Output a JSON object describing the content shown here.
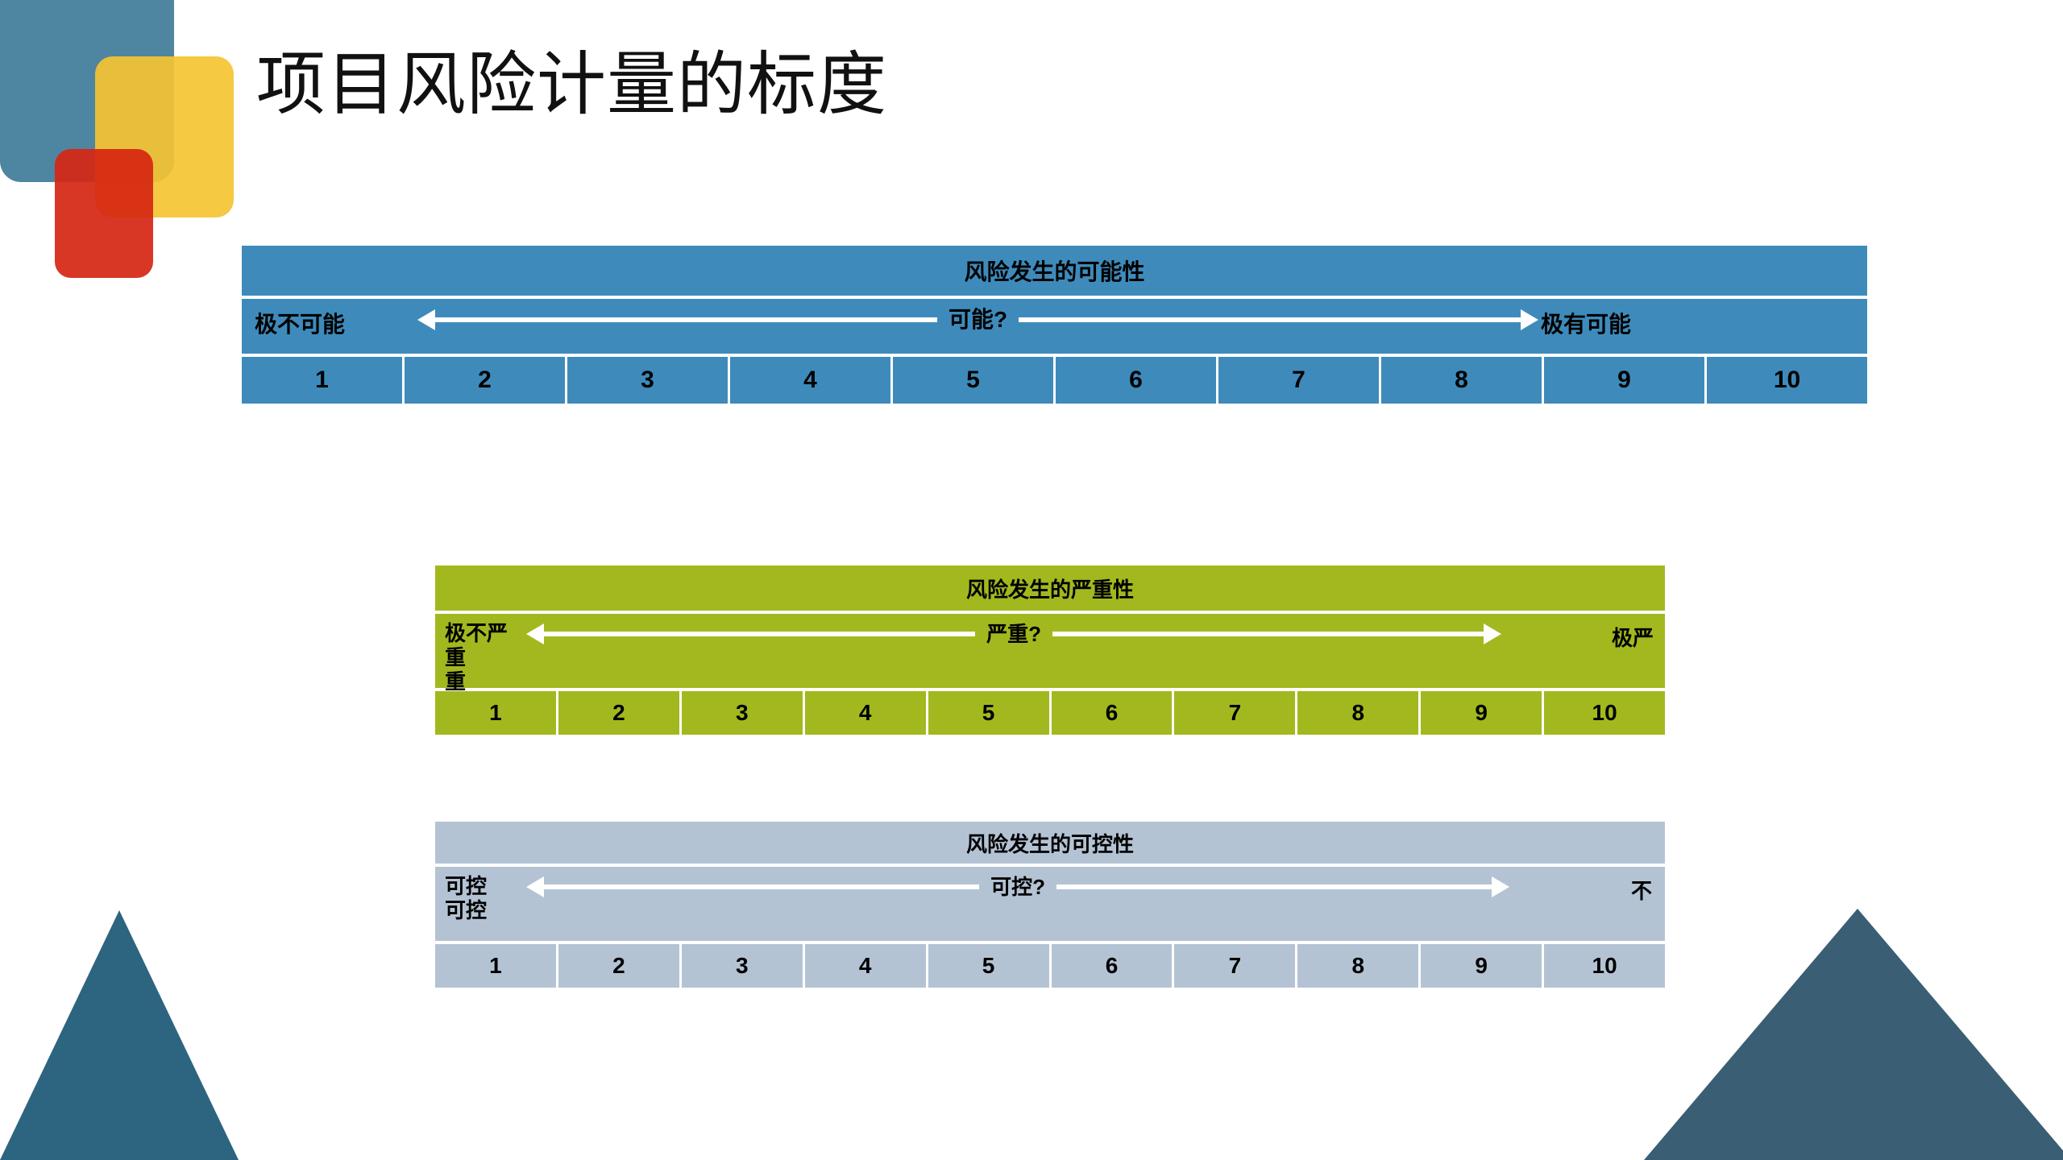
{
  "slide": {
    "title": "项目风险计量的标度",
    "background": "#FFFFFF"
  },
  "decor": {
    "logo": {
      "blue_square": "#4E85A0",
      "yellow_square": "#F5C432",
      "red_square": "#D62612"
    },
    "triangle_left_color": "#2D6480",
    "triangle_right_color": "#3A5E73"
  },
  "tables": [
    {
      "id": "likelihood",
      "header": "风险发生的可能性",
      "accent": "#3E8BBB",
      "left_label": "极不可能",
      "mid_label": "可能?",
      "right_label": "极有可能",
      "numbers": [
        "1",
        "2",
        "3",
        "4",
        "5",
        "6",
        "7",
        "8",
        "9",
        "10"
      ]
    },
    {
      "id": "severity",
      "header": "风险发生的严重性",
      "accent": "#A3B81E",
      "left_label": "极不严重\n重",
      "mid_label": "严重?",
      "right_label": "极严",
      "numbers": [
        "1",
        "2",
        "3",
        "4",
        "5",
        "6",
        "7",
        "8",
        "9",
        "10"
      ]
    },
    {
      "id": "control",
      "header": "风险发生的可控性",
      "accent": "#B4C3D4",
      "left_label": "可控\n可控",
      "mid_label": "可控?",
      "right_label": "不",
      "numbers": [
        "1",
        "2",
        "3",
        "4",
        "5",
        "6",
        "7",
        "8",
        "9",
        "10"
      ]
    }
  ]
}
